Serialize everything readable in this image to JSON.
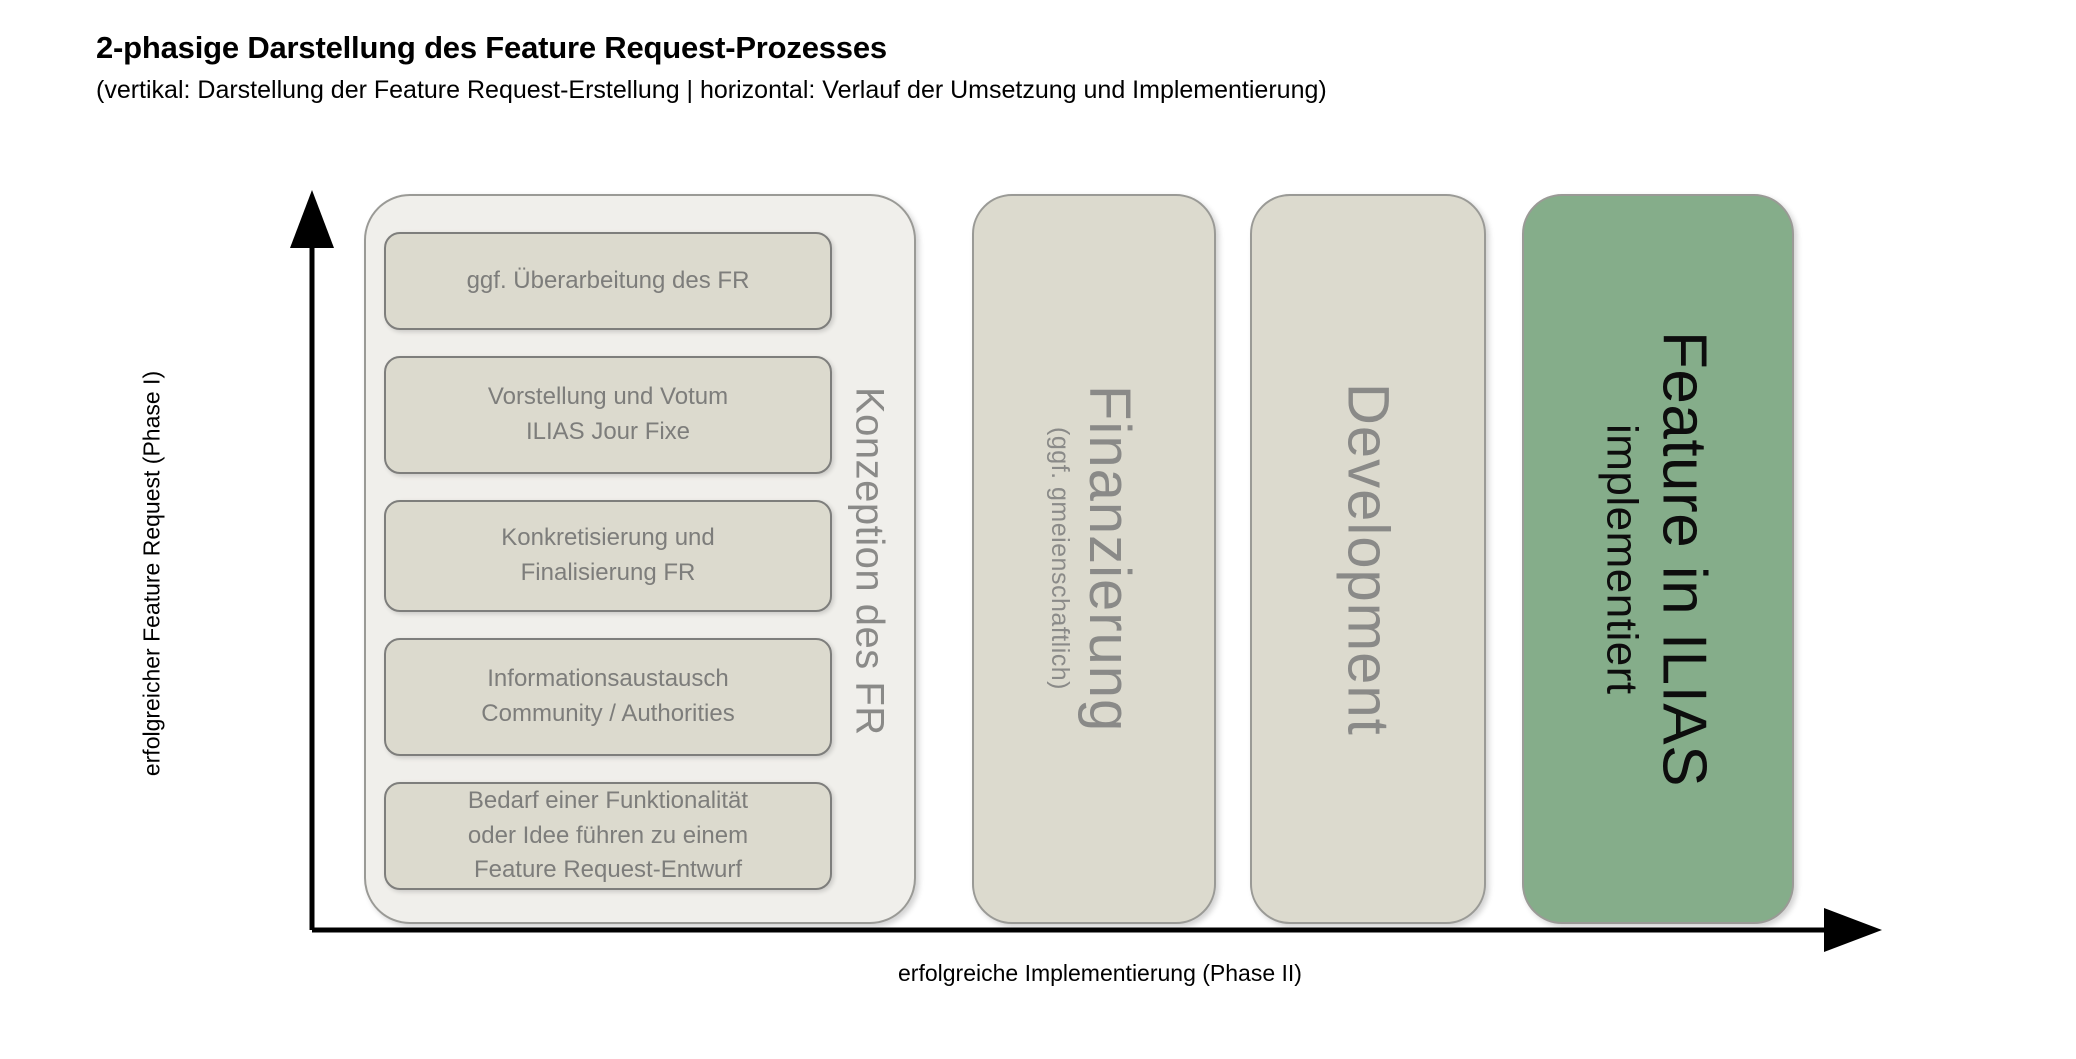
{
  "header": {
    "title": "2-phasige Darstellung des Feature Request-Prozesses",
    "subtitle": "(vertikal: Darstellung der Feature Request-Erstellung | horizontal: Verlauf der Umsetzung und Implementierung)"
  },
  "axes": {
    "y_label": "erfolgreicher Feature Request (Phase I)",
    "x_label": "erfolgreiche Implementierung (Phase II)"
  },
  "colors": {
    "background": "#ffffff",
    "container_fill": "#f0efeb",
    "container_border": "#9a9a96",
    "step_fill": "#dcdace",
    "step_border": "#7e7e7c",
    "step_text": "#7d7d7b",
    "card_beige": "#dcdace",
    "card_green": "#85ad8a",
    "card_text": "#8a8a88",
    "green_card_text": "#0d0d0d",
    "axis_line": "#000000",
    "title_text": "#000000"
  },
  "phase1": {
    "caption": "Konzeption des FR",
    "steps": [
      {
        "id": "bedarf-idee",
        "lines": [
          "Bedarf einer Funktionalität",
          "oder Idee führen zu einem",
          "Feature Request-Entwurf"
        ]
      },
      {
        "id": "informationsaustausch",
        "lines": [
          "Informationsaustausch",
          "Community / Authorities"
        ]
      },
      {
        "id": "konkretisierung",
        "lines": [
          "Konkretisierung und",
          "Finalisierung  FR"
        ]
      },
      {
        "id": "vorstellung-votum",
        "lines": [
          "Vorstellung und Votum",
          "ILIAS Jour Fixe"
        ]
      },
      {
        "id": "ueberarbeitung",
        "lines": [
          "ggf. Überarbeitung des FR"
        ]
      }
    ]
  },
  "phase2": {
    "cards": [
      {
        "id": "finanzierung",
        "main": "Finanzierung",
        "sub": "(ggf. gmeienschaftlich)",
        "variant": "beige"
      },
      {
        "id": "development",
        "main": "Development",
        "sub": "",
        "variant": "beige"
      },
      {
        "id": "implementiert",
        "main": "Feature in ILIAS",
        "sub": "implementiert",
        "variant": "green"
      }
    ]
  },
  "chart_data": {
    "type": "diagram",
    "title": "2-phasige Darstellung des Feature Request-Prozesses",
    "xlabel": "erfolgreiche Implementierung (Phase II)",
    "ylabel": "erfolgreicher Feature Request (Phase I)",
    "grid": false,
    "legend": "none",
    "phase1_stack_bottom_to_top": [
      "Bedarf einer Funktionalität oder Idee führen zu einem Feature Request-Entwurf",
      "Informationsaustausch Community / Authorities",
      "Konkretisierung und Finalisierung  FR",
      "Vorstellung und Votum ILIAS Jour Fixe",
      "ggf. Überarbeitung des FR"
    ],
    "phase1_group_label": "Konzeption des FR",
    "phase2_sequence_left_to_right": [
      "Finanzierung (ggf. gmeienschaftlich)",
      "Development",
      "Feature in ILIAS implementiert"
    ]
  }
}
